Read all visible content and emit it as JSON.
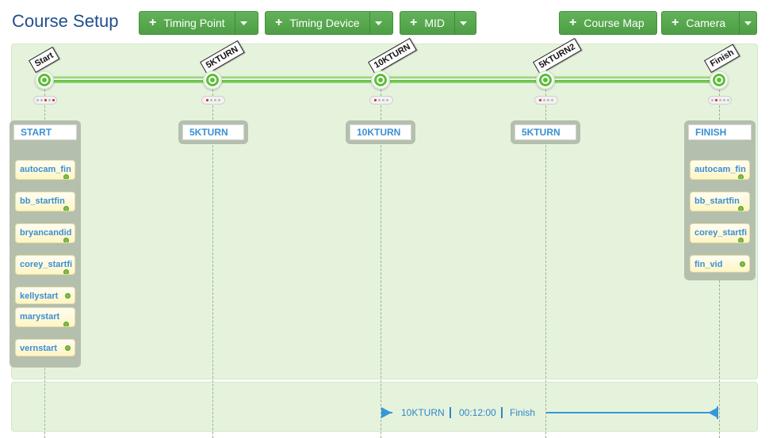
{
  "page": {
    "title": "Course Setup"
  },
  "toolbar": {
    "timing_point": "Timing Point",
    "timing_device": "Timing Device",
    "mid": "MID",
    "course_map": "Course Map",
    "camera": "Camera",
    "plus_icon": "plus-icon",
    "caret_icon": "chevron-down-icon"
  },
  "colors": {
    "brand_green": "#56a84e",
    "title_blue": "#1f4e8c",
    "link_blue": "#3a8fd4",
    "timeline_blue": "#3498db"
  },
  "flags": [
    "Start",
    "5KTURN",
    "10KTURN",
    "5KTURN2",
    "Finish"
  ],
  "points": [
    "START",
    "5KTURN",
    "10KTURN",
    "5KTURN",
    "FINISH"
  ],
  "devices": {
    "start": [
      "autocam_fin",
      "bb_startfin",
      "bryancandid",
      "corey_startfi",
      "kellystart",
      "marystart",
      "vernstart"
    ],
    "finish": [
      "autocam_fin",
      "bb_startfin",
      "corey_startfi",
      "fin_vid"
    ]
  },
  "timeline": {
    "from": "10KTURN",
    "duration": "00:12:00",
    "to": "Finish"
  }
}
